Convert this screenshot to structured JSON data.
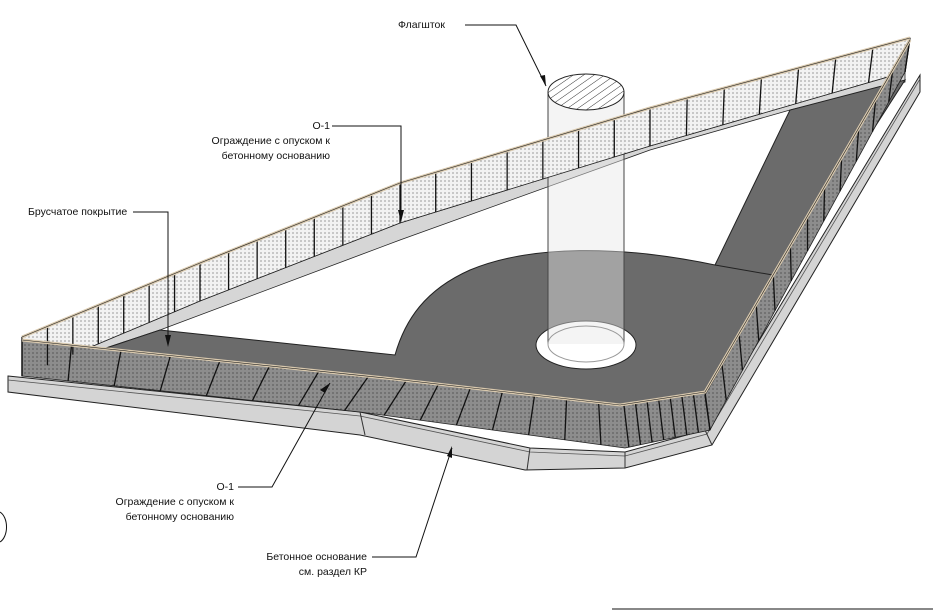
{
  "labels": {
    "flagpole": "Флагшток",
    "fence_top": {
      "code": "О-1",
      "line1": "Ограждение с опуском к",
      "line2": "бетонному основанию"
    },
    "paving": "Брусчатое покрытие",
    "fence_bottom": {
      "code": "О-1",
      "line1": "Ограждение с опуском к",
      "line2": "бетонному основанию"
    },
    "base": {
      "line1": "Бетонное основание",
      "line2": "см. раздел  КР"
    }
  },
  "colors": {
    "paving": "#6b6b6b",
    "slab": "#d2d2d2",
    "rail": "#d9c9ae",
    "fence": "#8a8a8a"
  }
}
